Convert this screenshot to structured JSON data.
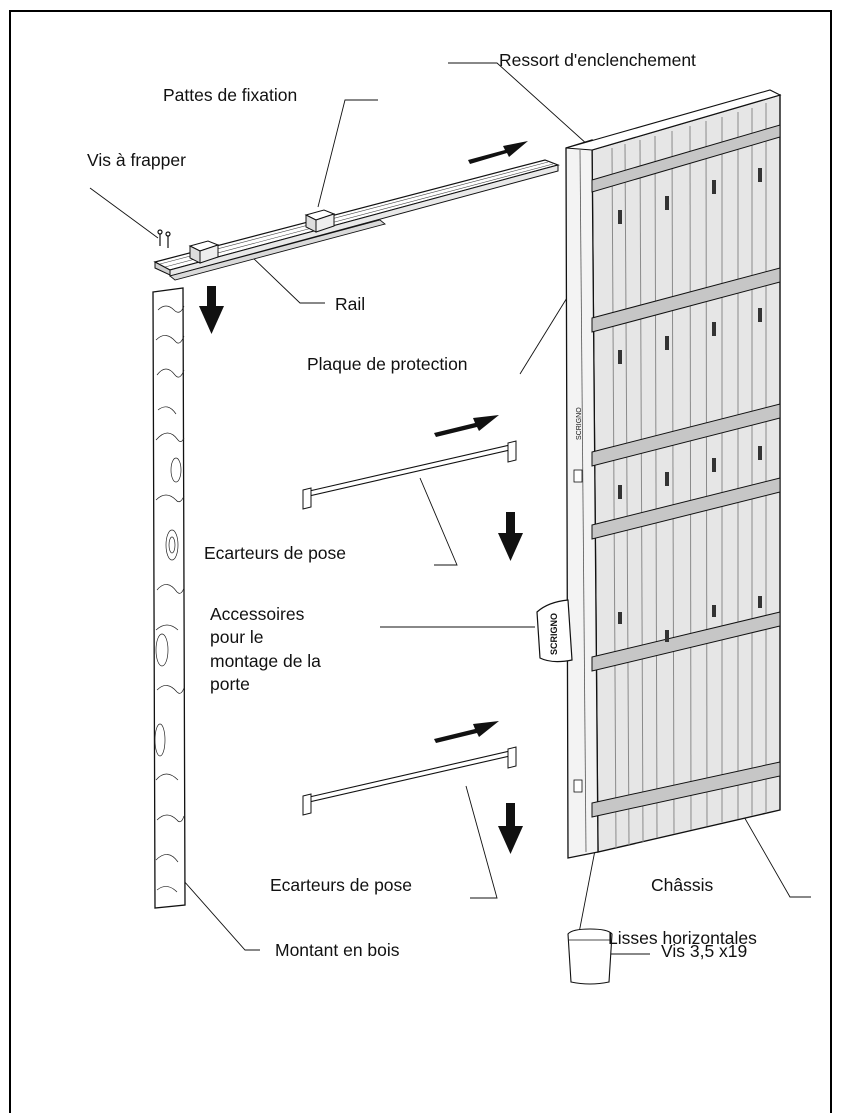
{
  "labels": {
    "ressort": "Ressort d'enclenchement",
    "pattes": "Pattes de fixation",
    "vis_frapper": "Vis à frapper",
    "rail": "Rail",
    "plaque": "Plaque de protection",
    "ecarteurs_1": "Ecarteurs de pose",
    "accessoires_1": "Accessoires",
    "accessoires_2": "pour le",
    "accessoires_3": "montage de la",
    "accessoires_4": "porte",
    "ecarteurs_2": "Ecarteurs de pose",
    "chassis": "Châssis",
    "lisses": "Lisses horizontales",
    "montant": "Montant en bois",
    "vis_small": "Vis 3,5 x19"
  },
  "frame_brand": "SCRIGNO",
  "colors": {
    "line": "#111111",
    "panel": "#e4e4e4",
    "panel_dark": "#bdbdbd"
  }
}
